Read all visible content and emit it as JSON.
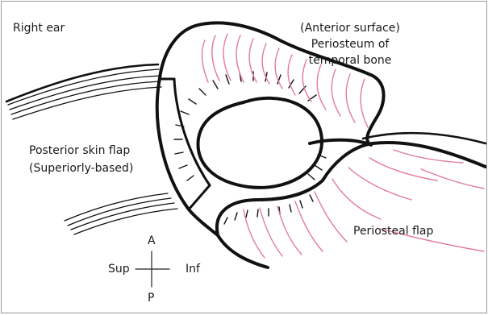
{
  "labels": {
    "side": "Right ear",
    "anterior_line1": "(Anterior surface)",
    "anterior_line2": "Periosteum of",
    "anterior_line3": "temporal bone",
    "posterior_line1": "Posterior skin flap",
    "posterior_line2": "(Superiorly-based)",
    "periosteal_flap": "Periosteal flap"
  },
  "orientation": {
    "anterior": "A",
    "posterior": "P",
    "superior": "Sup",
    "inferior": "Inf"
  },
  "colors": {
    "outline": "#111111",
    "periosteum_hatch": "#e27a9e",
    "background": "#ffffff"
  }
}
